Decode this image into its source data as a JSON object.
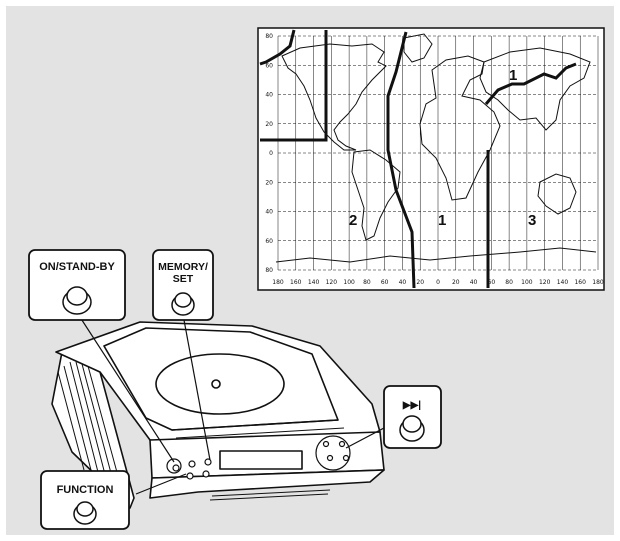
{
  "labels": {
    "on_standby": "ON/STAND-BY",
    "memory_set_line1": "MEMORY/",
    "memory_set_line2": "SET",
    "function": "FUNCTION",
    "skip_forward_symbol": "▶▶|"
  },
  "map": {
    "y_ticks": [
      "80",
      "60",
      "40",
      "20",
      "0",
      "20",
      "40",
      "60",
      "80"
    ],
    "x_ticks": [
      "180",
      "160",
      "140",
      "120",
      "100",
      "80",
      "60",
      "40",
      "20",
      "0",
      "20",
      "40",
      "60",
      "80",
      "100",
      "120",
      "140",
      "160",
      "180"
    ],
    "region_numbers": [
      "1",
      "2",
      "1",
      "3"
    ]
  },
  "colors": {
    "background": "#e3e3e3",
    "ink": "#111111",
    "paper": "#ffffff"
  }
}
